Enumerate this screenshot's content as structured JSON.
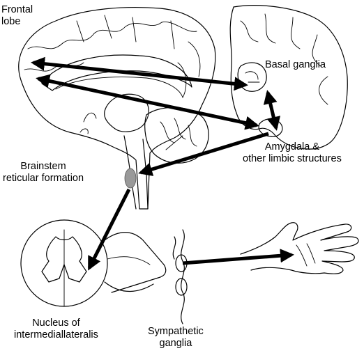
{
  "labels": {
    "frontal_lobe": [
      "Frontal",
      "lobe"
    ],
    "basal_ganglia": [
      "Basal ganglia"
    ],
    "amygdala": [
      "Amygdala &",
      "other limbic structures"
    ],
    "brainstem": [
      "Brainstem",
      "reticular formation"
    ],
    "nucleus": [
      "Nucleus of",
      "intermediallateralis"
    ],
    "sympathetic": [
      "Sympathetic",
      "ganglia"
    ]
  },
  "colors": {
    "line": "#000000",
    "arrow": "#000000",
    "reticular_highlight": "#999999",
    "background": "#ffffff"
  }
}
